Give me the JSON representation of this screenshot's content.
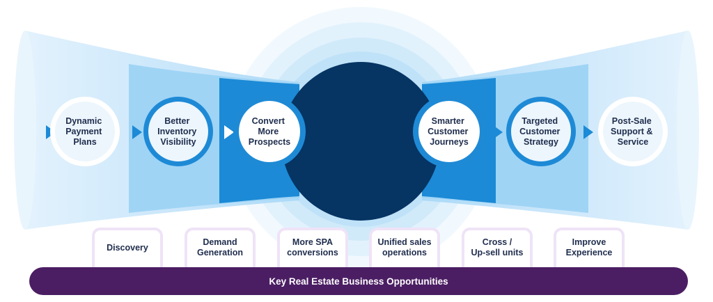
{
  "left_nodes": [
    {
      "lines": [
        "Dynamic",
        "Payment",
        "Plans"
      ]
    },
    {
      "lines": [
        "Better",
        "Inventory",
        "Visibility"
      ]
    },
    {
      "lines": [
        "Convert",
        "More",
        "Prospects"
      ]
    }
  ],
  "right_nodes": [
    {
      "lines": [
        "Smarter",
        "Customer",
        "Journeys"
      ]
    },
    {
      "lines": [
        "Targeted",
        "Customer",
        "Strategy"
      ]
    },
    {
      "lines": [
        "Post-Sale",
        "Support &",
        "Service"
      ]
    }
  ],
  "cards": [
    {
      "label": "Discovery"
    },
    {
      "label": "Demand\nGeneration"
    },
    {
      "label": "More SPA\nconversions"
    },
    {
      "label": "Unified sales\noperations"
    },
    {
      "label": "Cross /\nUp-sell units"
    },
    {
      "label": "Improve\nExperience"
    }
  ],
  "banner": {
    "label": "Key Real Estate Business Opportunities"
  },
  "colors": {
    "hub": "#063463",
    "banner": "#4b1e63",
    "funnel_light": "#cfe8fb",
    "funnel_mid": "#9dd3f5",
    "funnel_deep": "#1f8fd8",
    "ring": "#1e8ad6"
  }
}
